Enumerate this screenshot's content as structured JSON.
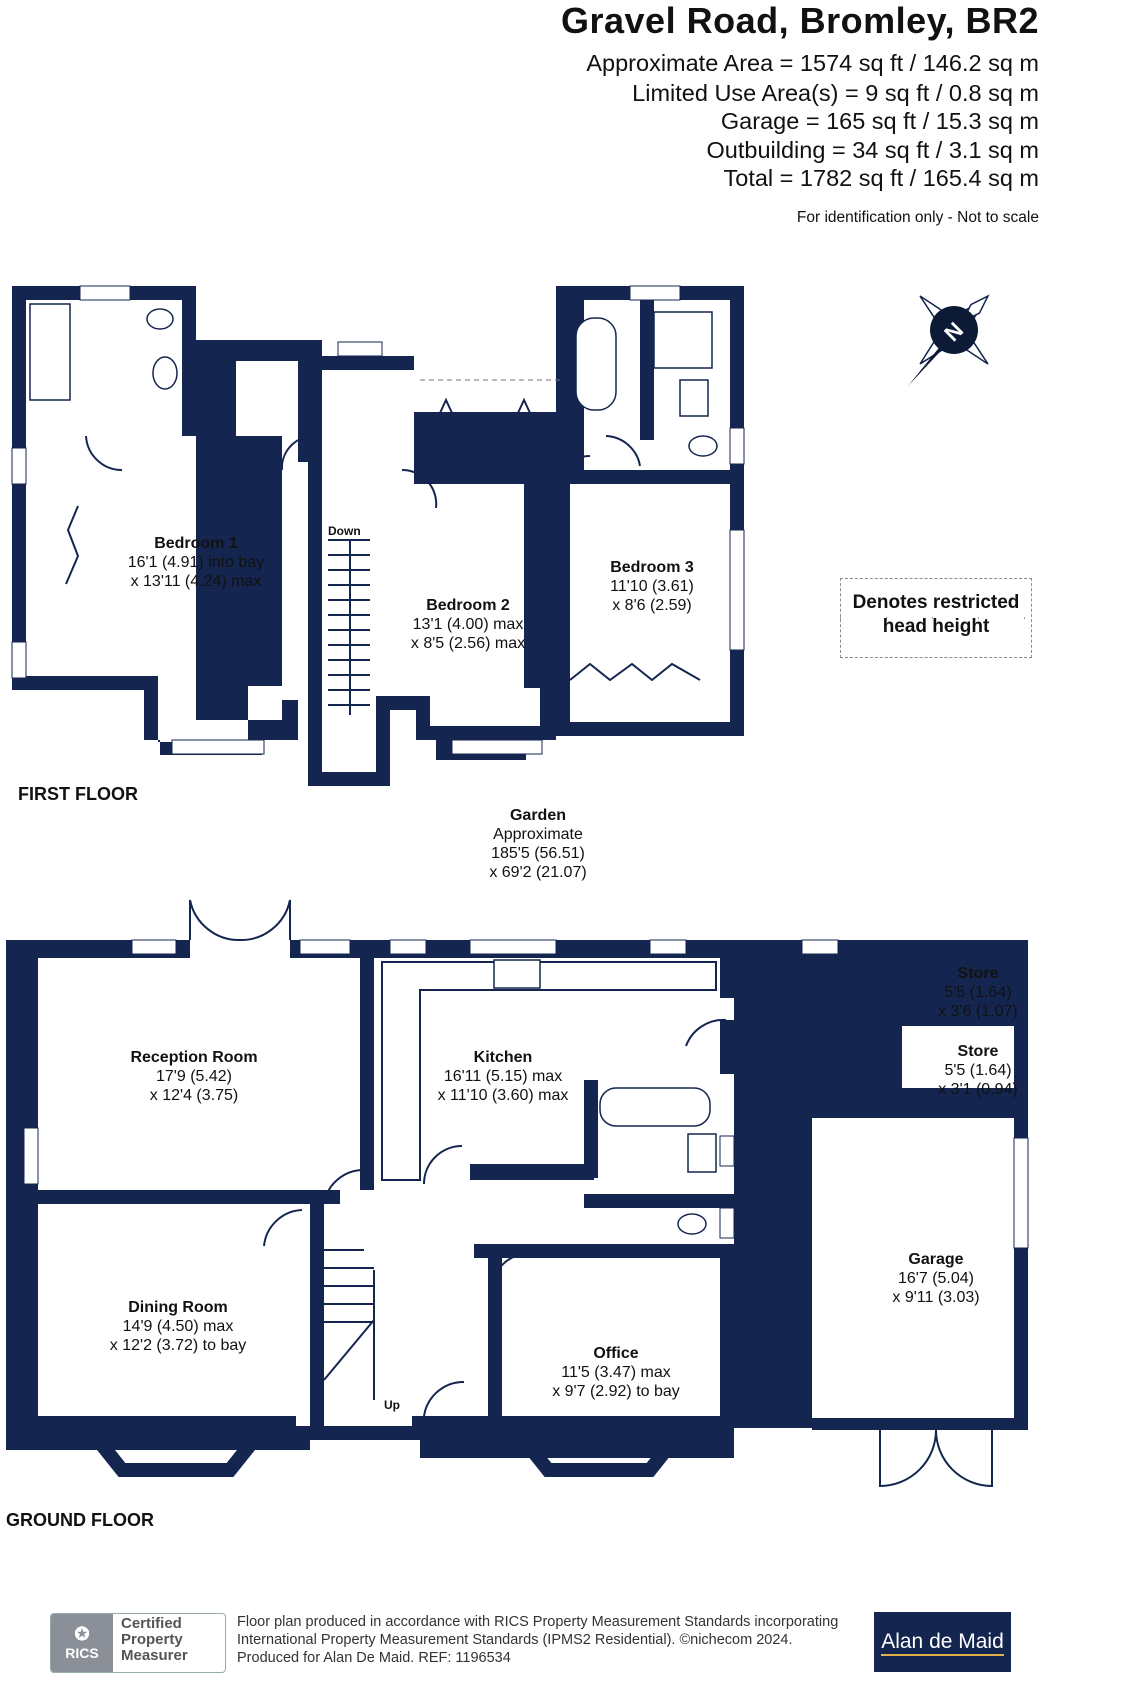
{
  "header": {
    "title": "Gravel Road, Bromley, BR2",
    "areas": [
      "Approximate Area = 1574 sq ft / 146.2 sq m",
      "Limited Use Area(s) = 9 sq ft / 0.8 sq m",
      "Garage = 165 sq ft / 15.3 sq m",
      "Outbuilding = 34 sq ft / 3.1 sq m",
      "Total = 1782 sq ft / 165.4 sq m"
    ],
    "disclaimer": "For identification only - Not to scale"
  },
  "compass": {
    "letter": "N",
    "icon": "compass-rose-icon"
  },
  "legend": {
    "line1": "Denotes restricted",
    "line2": "head height"
  },
  "first_floor": {
    "label": "FIRST FLOOR",
    "stair_label": "Down",
    "rooms": [
      {
        "name": "Bedroom 1",
        "dim1": "16'1 (4.91) into bay",
        "dim2": "x 13'11 (4.24) max"
      },
      {
        "name": "Bedroom 2",
        "dim1": "13'1 (4.00) max",
        "dim2": "x 8'5 (2.56) max"
      },
      {
        "name": "Bedroom 3",
        "dim1": "11'10 (3.61)",
        "dim2": "x 8'6 (2.59)"
      }
    ]
  },
  "garden": {
    "name": "Garden",
    "dim0": "Approximate",
    "dim1": "185'5 (56.51)",
    "dim2": "x 69'2 (21.07)"
  },
  "ground_floor": {
    "label": "GROUND FLOOR",
    "stair_label": "Up",
    "rooms": [
      {
        "name": "Reception Room",
        "dim1": "17'9 (5.42)",
        "dim2": "x 12'4 (3.75)"
      },
      {
        "name": "Kitchen",
        "dim1": "16'11 (5.15) max",
        "dim2": "x 11'10 (3.60) max"
      },
      {
        "name": "Store",
        "dim1": "5'5 (1.64)",
        "dim2": "x 3'6 (1.07)"
      },
      {
        "name": "Store",
        "dim1": "5'5 (1.64)",
        "dim2": "x 3'1 (0.94)"
      },
      {
        "name": "Dining Room",
        "dim1": "14'9 (4.50) max",
        "dim2": "x 12'2 (3.72) to bay"
      },
      {
        "name": "Office",
        "dim1": "11'5 (3.47) max",
        "dim2": "x 9'7 (2.92) to bay"
      },
      {
        "name": "Garage",
        "dim1": "16'7 (5.04)",
        "dim2": "x 9'11 (3.03)"
      }
    ]
  },
  "footer": {
    "line1": "Floor plan produced in accordance with RICS Property Measurement Standards incorporating",
    "line2": "International Property Measurement Standards (IPMS2 Residential).  ©nichecom 2024.",
    "line3": "Produced for Alan De Maid.   REF:  1196534",
    "rics_logo": "RICS",
    "rics_cert": [
      "Certified",
      "Property",
      "Measurer"
    ],
    "brand": "Alan de Maid"
  },
  "colors": {
    "wall": "#14264f",
    "text": "#111111",
    "brand_accent": "#e0b04a"
  }
}
